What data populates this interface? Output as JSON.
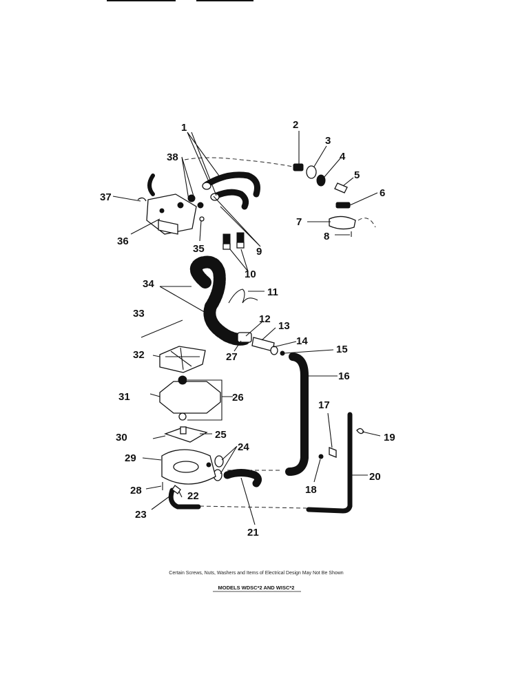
{
  "header_fragments": [
    "",
    ""
  ],
  "callouts": [
    "1",
    "2",
    "3",
    "4",
    "5",
    "6",
    "7",
    "8",
    "9",
    "10",
    "11",
    "12",
    "13",
    "14",
    "15",
    "16",
    "17",
    "18",
    "19",
    "20",
    "21",
    "22",
    "23",
    "24",
    "25",
    "26",
    "27",
    "28",
    "29",
    "30",
    "31",
    "32",
    "33",
    "34",
    "35",
    "36",
    "37",
    "38"
  ],
  "footer": {
    "note": "Certain Screws, Nuts, Washers and Items of Electrical Design May Not Be Shown",
    "models": "MODELS WDSC*2 AND WISC*2"
  }
}
